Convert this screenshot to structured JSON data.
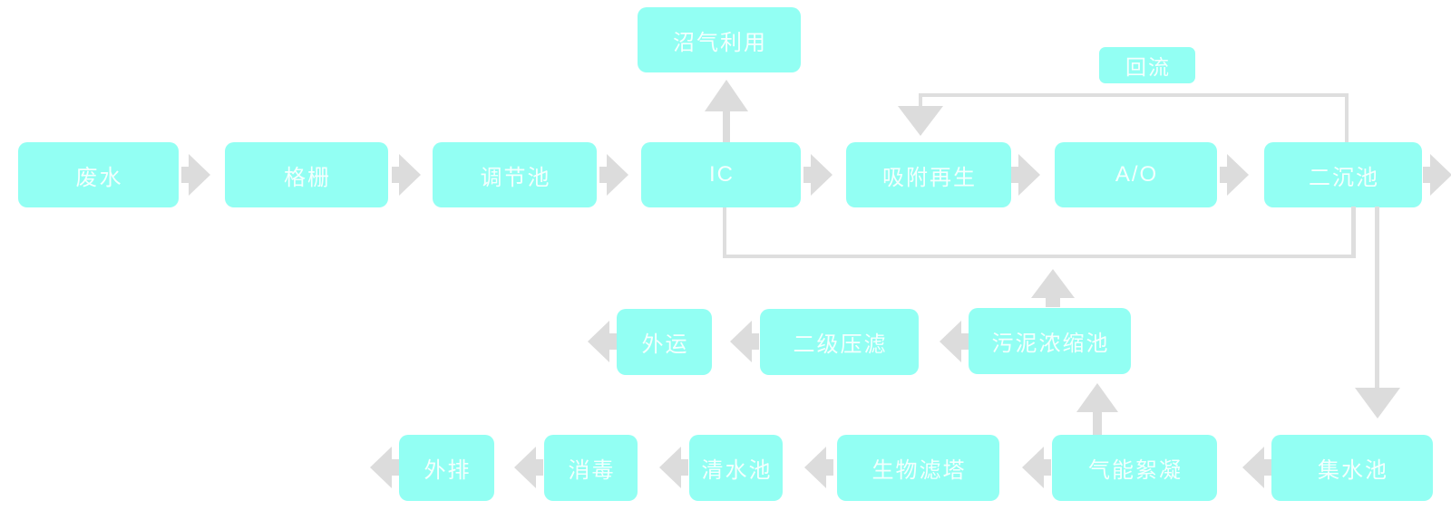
{
  "diagram": {
    "type": "wastewater-treatment-process-flowchart",
    "colors": {
      "node_fill": "#92FFF3",
      "connector": "#DCDCDC",
      "line": "#DEDEDE",
      "label_text": "#FFFFFF",
      "background": "#FFFFFF"
    },
    "nodes": {
      "wastewater": {
        "label": "废水"
      },
      "bar_screen": {
        "label": "格栅"
      },
      "equalization_tank": {
        "label": "调节池"
      },
      "ic_reactor": {
        "label": "IC"
      },
      "adsorption_regeneration": {
        "label": "吸附再生"
      },
      "ao_process": {
        "label": "A/O"
      },
      "secondary_clarifier": {
        "label": "二沉池"
      },
      "biogas_utilization": {
        "label": "沼气利用"
      },
      "reflux": {
        "label": "回流"
      },
      "sludge_thickening_tank": {
        "label": "污泥浓缩池"
      },
      "secondary_filter_press": {
        "label": "二级压滤"
      },
      "outbound_transport": {
        "label": "外运"
      },
      "collection_tank": {
        "label": "集水池"
      },
      "gas_flocculation": {
        "label": "气能絮凝"
      },
      "bio_filter_tower": {
        "label": "生物滤塔"
      },
      "clean_water_tank": {
        "label": "清水池"
      },
      "disinfection": {
        "label": "消毒"
      },
      "discharge": {
        "label": "外排"
      }
    }
  }
}
